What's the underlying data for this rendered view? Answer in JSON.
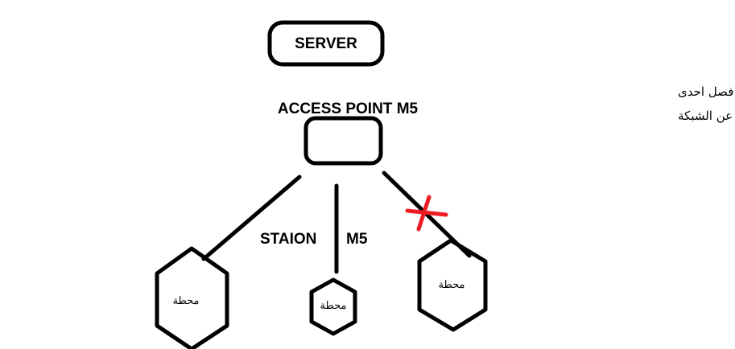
{
  "server": {
    "label": "SERVER"
  },
  "access_point": {
    "label": "ACCESS POINT M5"
  },
  "station_label": "STAION",
  "station_model": "M5",
  "stations": [
    {
      "label": "محطة",
      "disconnected": false
    },
    {
      "label": "محطة",
      "disconnected": false
    },
    {
      "label": "محطة",
      "disconnected": true
    }
  ],
  "note": {
    "line1": "شكل يوضح فصل احدى",
    "line2": "الاكسسات عن الشبكة"
  },
  "colors": {
    "stroke": "#000000",
    "disconnect_mark": "#ed1c24"
  }
}
